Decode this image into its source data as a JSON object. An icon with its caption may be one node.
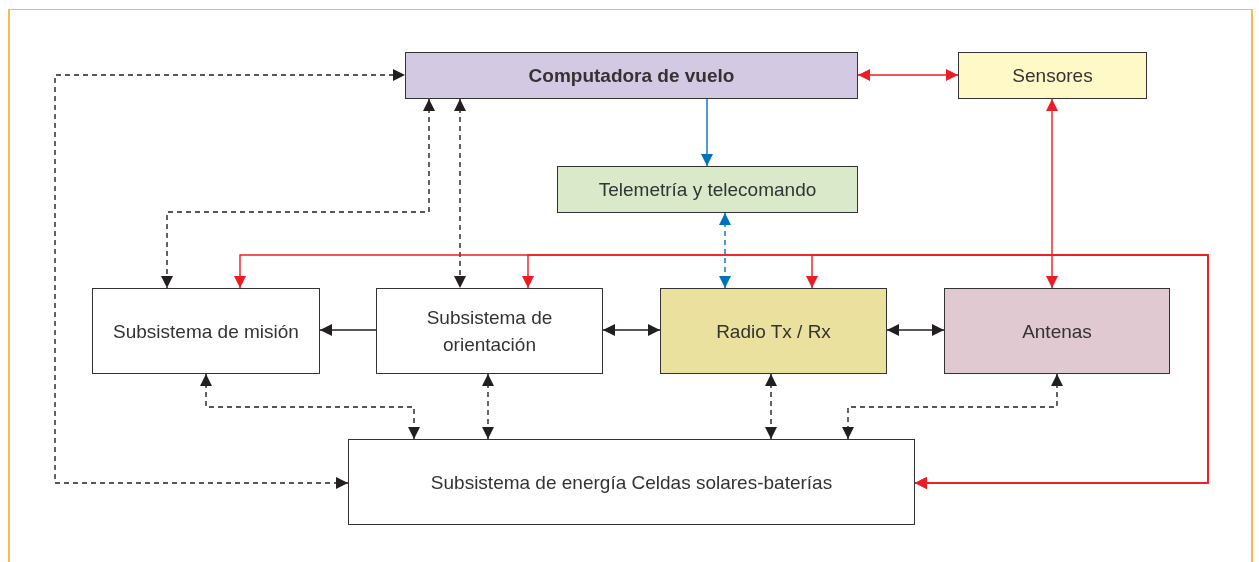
{
  "diagram": {
    "nodes": [
      {
        "text": [
          "Computadora de vuelo"
        ]
      },
      {
        "text": [
          "Sensores"
        ]
      },
      {
        "text": [
          "Telemetría y telecomando"
        ]
      },
      {
        "text": [
          "Subsistema de misión"
        ]
      },
      {
        "text": [
          "Subsistema de orientación"
        ]
      },
      {
        "text": [
          "Radio Tx / Rx"
        ]
      },
      {
        "text": [
          "Antenas"
        ]
      },
      {
        "text": [
          "Subsistema de energía Celdas solares-baterías"
        ]
      }
    ],
    "edges": [
      {
        "from": 0,
        "to": 1,
        "arrow": "both",
        "color": "#ed1c24"
      },
      {
        "from": 0,
        "to": 2,
        "arrow": "to",
        "color": "#0072bc"
      },
      {
        "from": 2,
        "to": 5,
        "arrow": "both",
        "style": "dashed",
        "color": "#0072bc"
      },
      {
        "from": 1,
        "to": 6,
        "arrow": "both",
        "color": "#ed1c24"
      },
      {
        "from": 0,
        "to": 3,
        "arrow": "both",
        "style": "dashed"
      },
      {
        "from": 0,
        "to": 4,
        "arrow": "both",
        "style": "dashed"
      },
      {
        "from": 7,
        "to": 0,
        "arrow": "both",
        "style": "dashed"
      },
      {
        "from": 4,
        "to": 3,
        "arrow": "to"
      },
      {
        "from": 4,
        "to": 5,
        "arrow": "both"
      },
      {
        "from": 5,
        "to": 6,
        "arrow": "both"
      },
      {
        "from": 3,
        "to": 7,
        "arrow": "both",
        "style": "dashed"
      },
      {
        "from": 4,
        "to": 7,
        "arrow": "both",
        "style": "dashed"
      },
      {
        "from": 5,
        "to": 7,
        "arrow": "both",
        "style": "dashed"
      },
      {
        "from": 6,
        "to": 7,
        "arrow": "both",
        "style": "dashed"
      },
      {
        "from": 7,
        "to": 3,
        "arrow": "both",
        "color": "#ed1c24"
      },
      {
        "from": 7,
        "to": 4,
        "arrow": "both",
        "color": "#ed1c24"
      },
      {
        "from": 7,
        "to": 5,
        "arrow": "both",
        "color": "#ed1c24"
      }
    ]
  }
}
